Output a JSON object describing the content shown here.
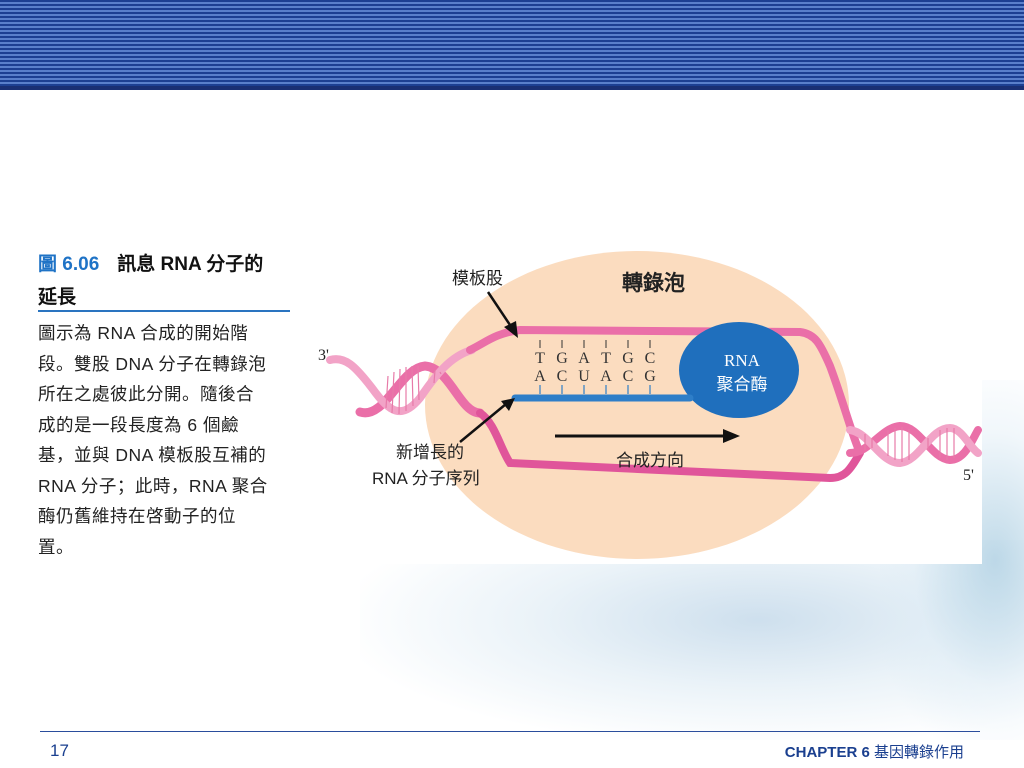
{
  "figure": {
    "label": "圖 6.06",
    "title_line1": "訊息 RNA 分子的",
    "title_line2": "延長"
  },
  "caption": {
    "lines": [
      "圖示為 RNA 合成的開始階",
      "段。雙股 DNA 分子在轉錄泡",
      "所在之處彼此分開。隨後合",
      "成的是一段長度為 6 個鹼",
      "基，並與 DNA 模板股互補的",
      "RNA 分子；此時，RNA 聚合",
      "酶仍舊維持在啓動子的位",
      "置。"
    ]
  },
  "diagram": {
    "template_strand_label": "模板股",
    "bubble_label": "轉錄泡",
    "polymerase_label_1": "RNA",
    "polymerase_label_2": "聚合酶",
    "new_rna_label_1": "新增長的",
    "new_rna_label_2": "RNA 分子序列",
    "direction_label": "合成方向",
    "end_3prime": "3'",
    "end_5prime": "5'",
    "dna_bases": [
      "T",
      "G",
      "A",
      "T",
      "G",
      "C"
    ],
    "rna_bases": [
      "A",
      "C",
      "U",
      "A",
      "C",
      "G"
    ],
    "colors": {
      "bubble": "#fbdcbf",
      "dna": "#ea6fa8",
      "rna": "#2e7ec8",
      "polymerase": "#1f6fbd"
    }
  },
  "footer": {
    "page_number": "17",
    "chapter_en": "CHAPTER 6",
    "chapter_zh": "基因轉錄作用"
  }
}
